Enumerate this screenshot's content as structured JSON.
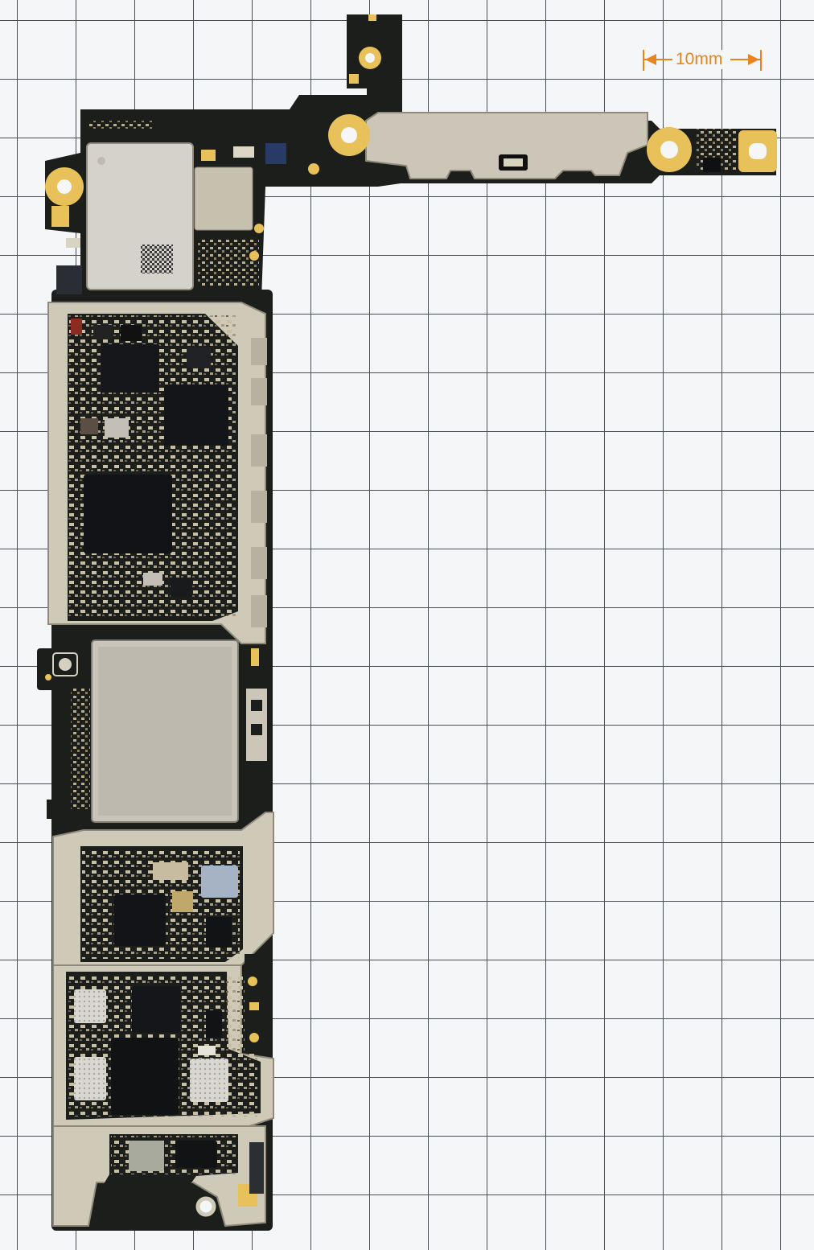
{
  "image": {
    "subject": "logic-board-photo",
    "background": "grid-paper"
  },
  "scale_bar": {
    "label": "10mm",
    "color": "#e8841e"
  },
  "colors": {
    "pcb": "#1c1e1b",
    "shield": "#cfc9b8",
    "shield_edge": "#8f8a7c",
    "gold": "#e8c15a",
    "chip": "#15171a"
  }
}
